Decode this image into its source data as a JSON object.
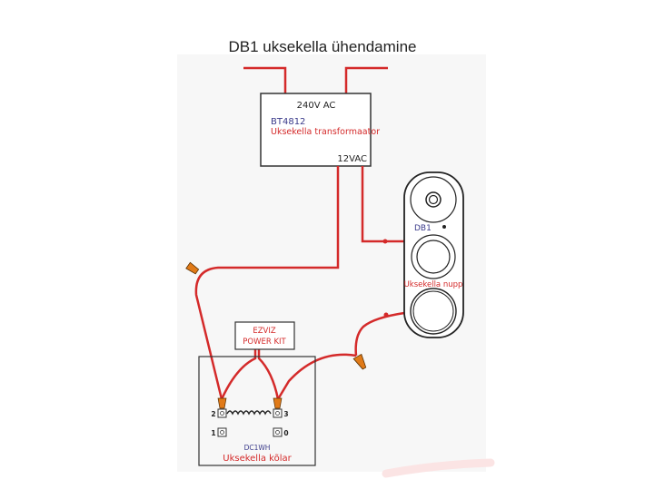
{
  "title": "DB1 uksekella ühendamine",
  "transformer": {
    "input_label": "240V AC",
    "model": "BT4812",
    "name": "Uksekella transformaator",
    "output_label": "12VAC"
  },
  "doorbell": {
    "model": "DB1",
    "button_label": "Uksekella nupp"
  },
  "power_kit": {
    "line1": "EZVIZ",
    "line2": "POWER KIT"
  },
  "chime": {
    "model": "DC1WH",
    "name": "Uksekella kõlar",
    "terminals": [
      "2",
      "3",
      "1",
      "0"
    ]
  },
  "colors": {
    "wire": "#d42a2a",
    "box_border": "#333333",
    "model_text": "#3a3a8a",
    "label_red": "#d42a2a",
    "connector": "#e07a18"
  }
}
